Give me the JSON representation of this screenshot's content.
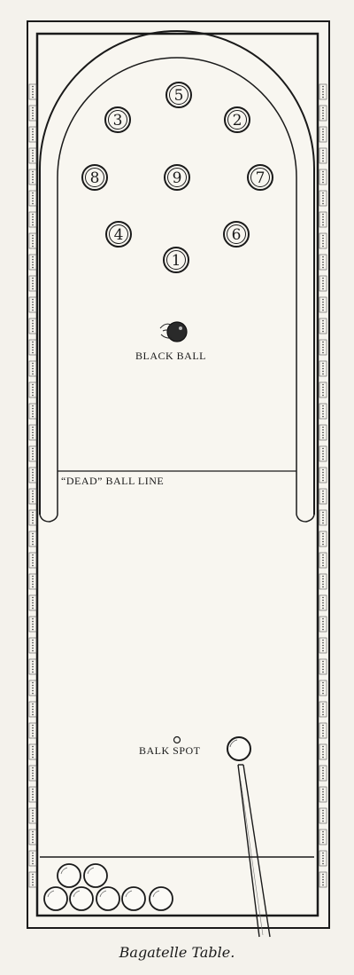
{
  "labels": {
    "black_ball": "BLACK BALL",
    "dead_ball_line": "“DEAD” BALL LINE",
    "balk_spot": "BALK SPOT"
  },
  "caption": "Bagatelle Table.",
  "numbered_balls": [
    "5",
    "3",
    "2",
    "8",
    "9",
    "7",
    "4",
    "6",
    "1"
  ]
}
